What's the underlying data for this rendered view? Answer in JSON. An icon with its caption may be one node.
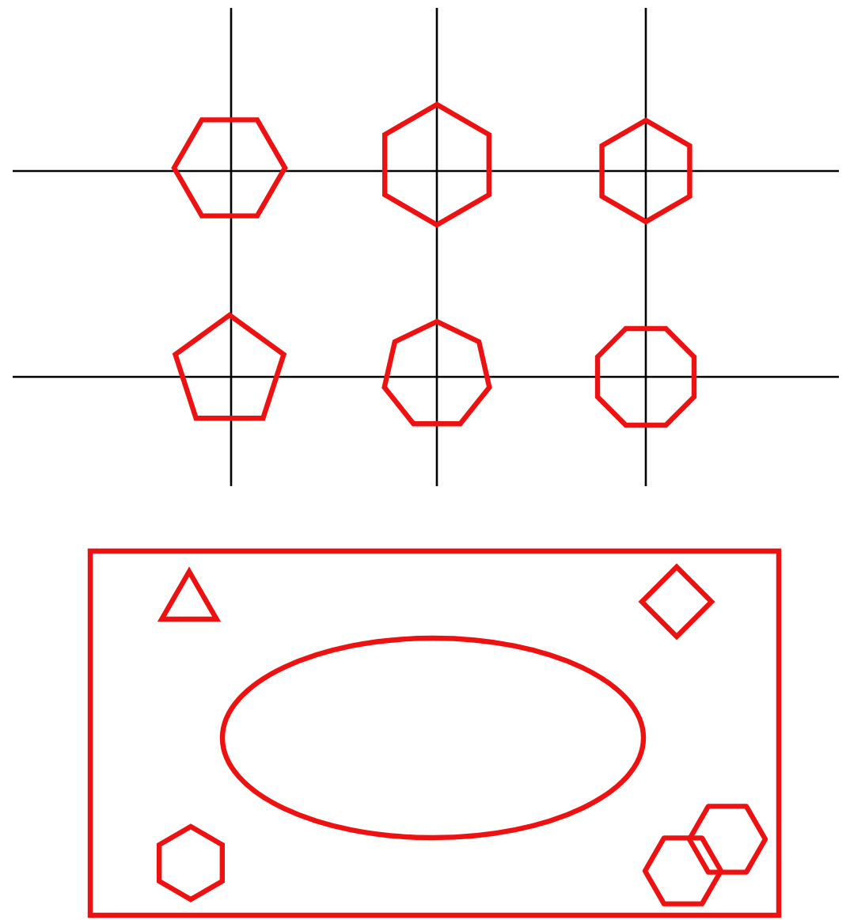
{
  "diagram": {
    "nodes": [
      {
        "text": [],
        "shape": "hexagon"
      },
      {
        "text": [],
        "shape": "hexagon"
      },
      {
        "text": [],
        "shape": "hexagon"
      },
      {
        "text": [],
        "shape": "pentagon"
      },
      {
        "text": [],
        "shape": "heptagon"
      },
      {
        "text": [],
        "shape": "octagon"
      },
      {
        "text": [],
        "shape": "box"
      },
      {
        "text": [],
        "shape": "triangle",
        "in": 6
      },
      {
        "text": [],
        "shape": "diamond",
        "in": 6
      },
      {
        "text": [],
        "shape": "ellipse",
        "in": 6
      },
      {
        "text": [],
        "shape": "hexagon",
        "in": 6
      },
      {
        "text": [],
        "shape": "hexagons",
        "in": 6
      }
    ]
  }
}
